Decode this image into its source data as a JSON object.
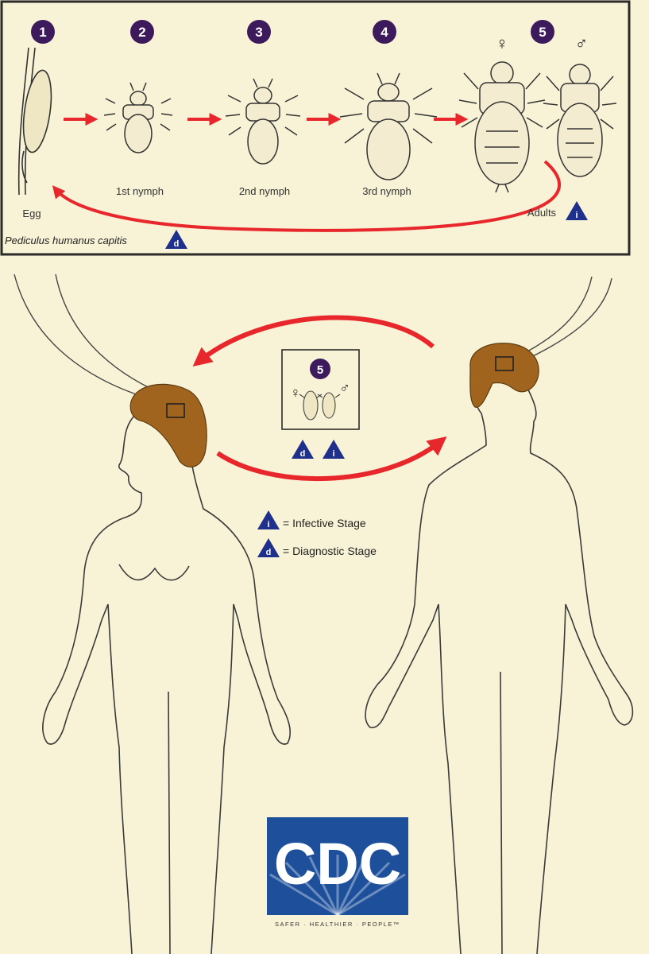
{
  "lifecycle": {
    "stages": [
      {
        "number": "1",
        "label": "Egg"
      },
      {
        "number": "2",
        "label": "1st nymph"
      },
      {
        "number": "3",
        "label": "2nd nymph"
      },
      {
        "number": "4",
        "label": "3rd nymph"
      },
      {
        "number": "5",
        "label": "Adults"
      }
    ],
    "species": "Pediculus humanus capitis",
    "female_symbol": "♀",
    "male_symbol": "♂"
  },
  "markers": {
    "infective": "i",
    "diagnostic": "d"
  },
  "transmission": {
    "stage_number": "5"
  },
  "legend": {
    "infective_text": "= Infective Stage",
    "diagnostic_text": "= Diagnostic Stage"
  },
  "logo": {
    "name": "CDC",
    "tagline": "SAFER · HEALTHIER · PEOPLE™"
  },
  "colors": {
    "background": "#f8f3d6",
    "arrow_red": "#e8272c",
    "badge_purple": "#3d1a5c",
    "triangle_blue": "#1f2f8c",
    "hair_brown": "#a0641f",
    "logo_blue": "#1d4f9a"
  }
}
